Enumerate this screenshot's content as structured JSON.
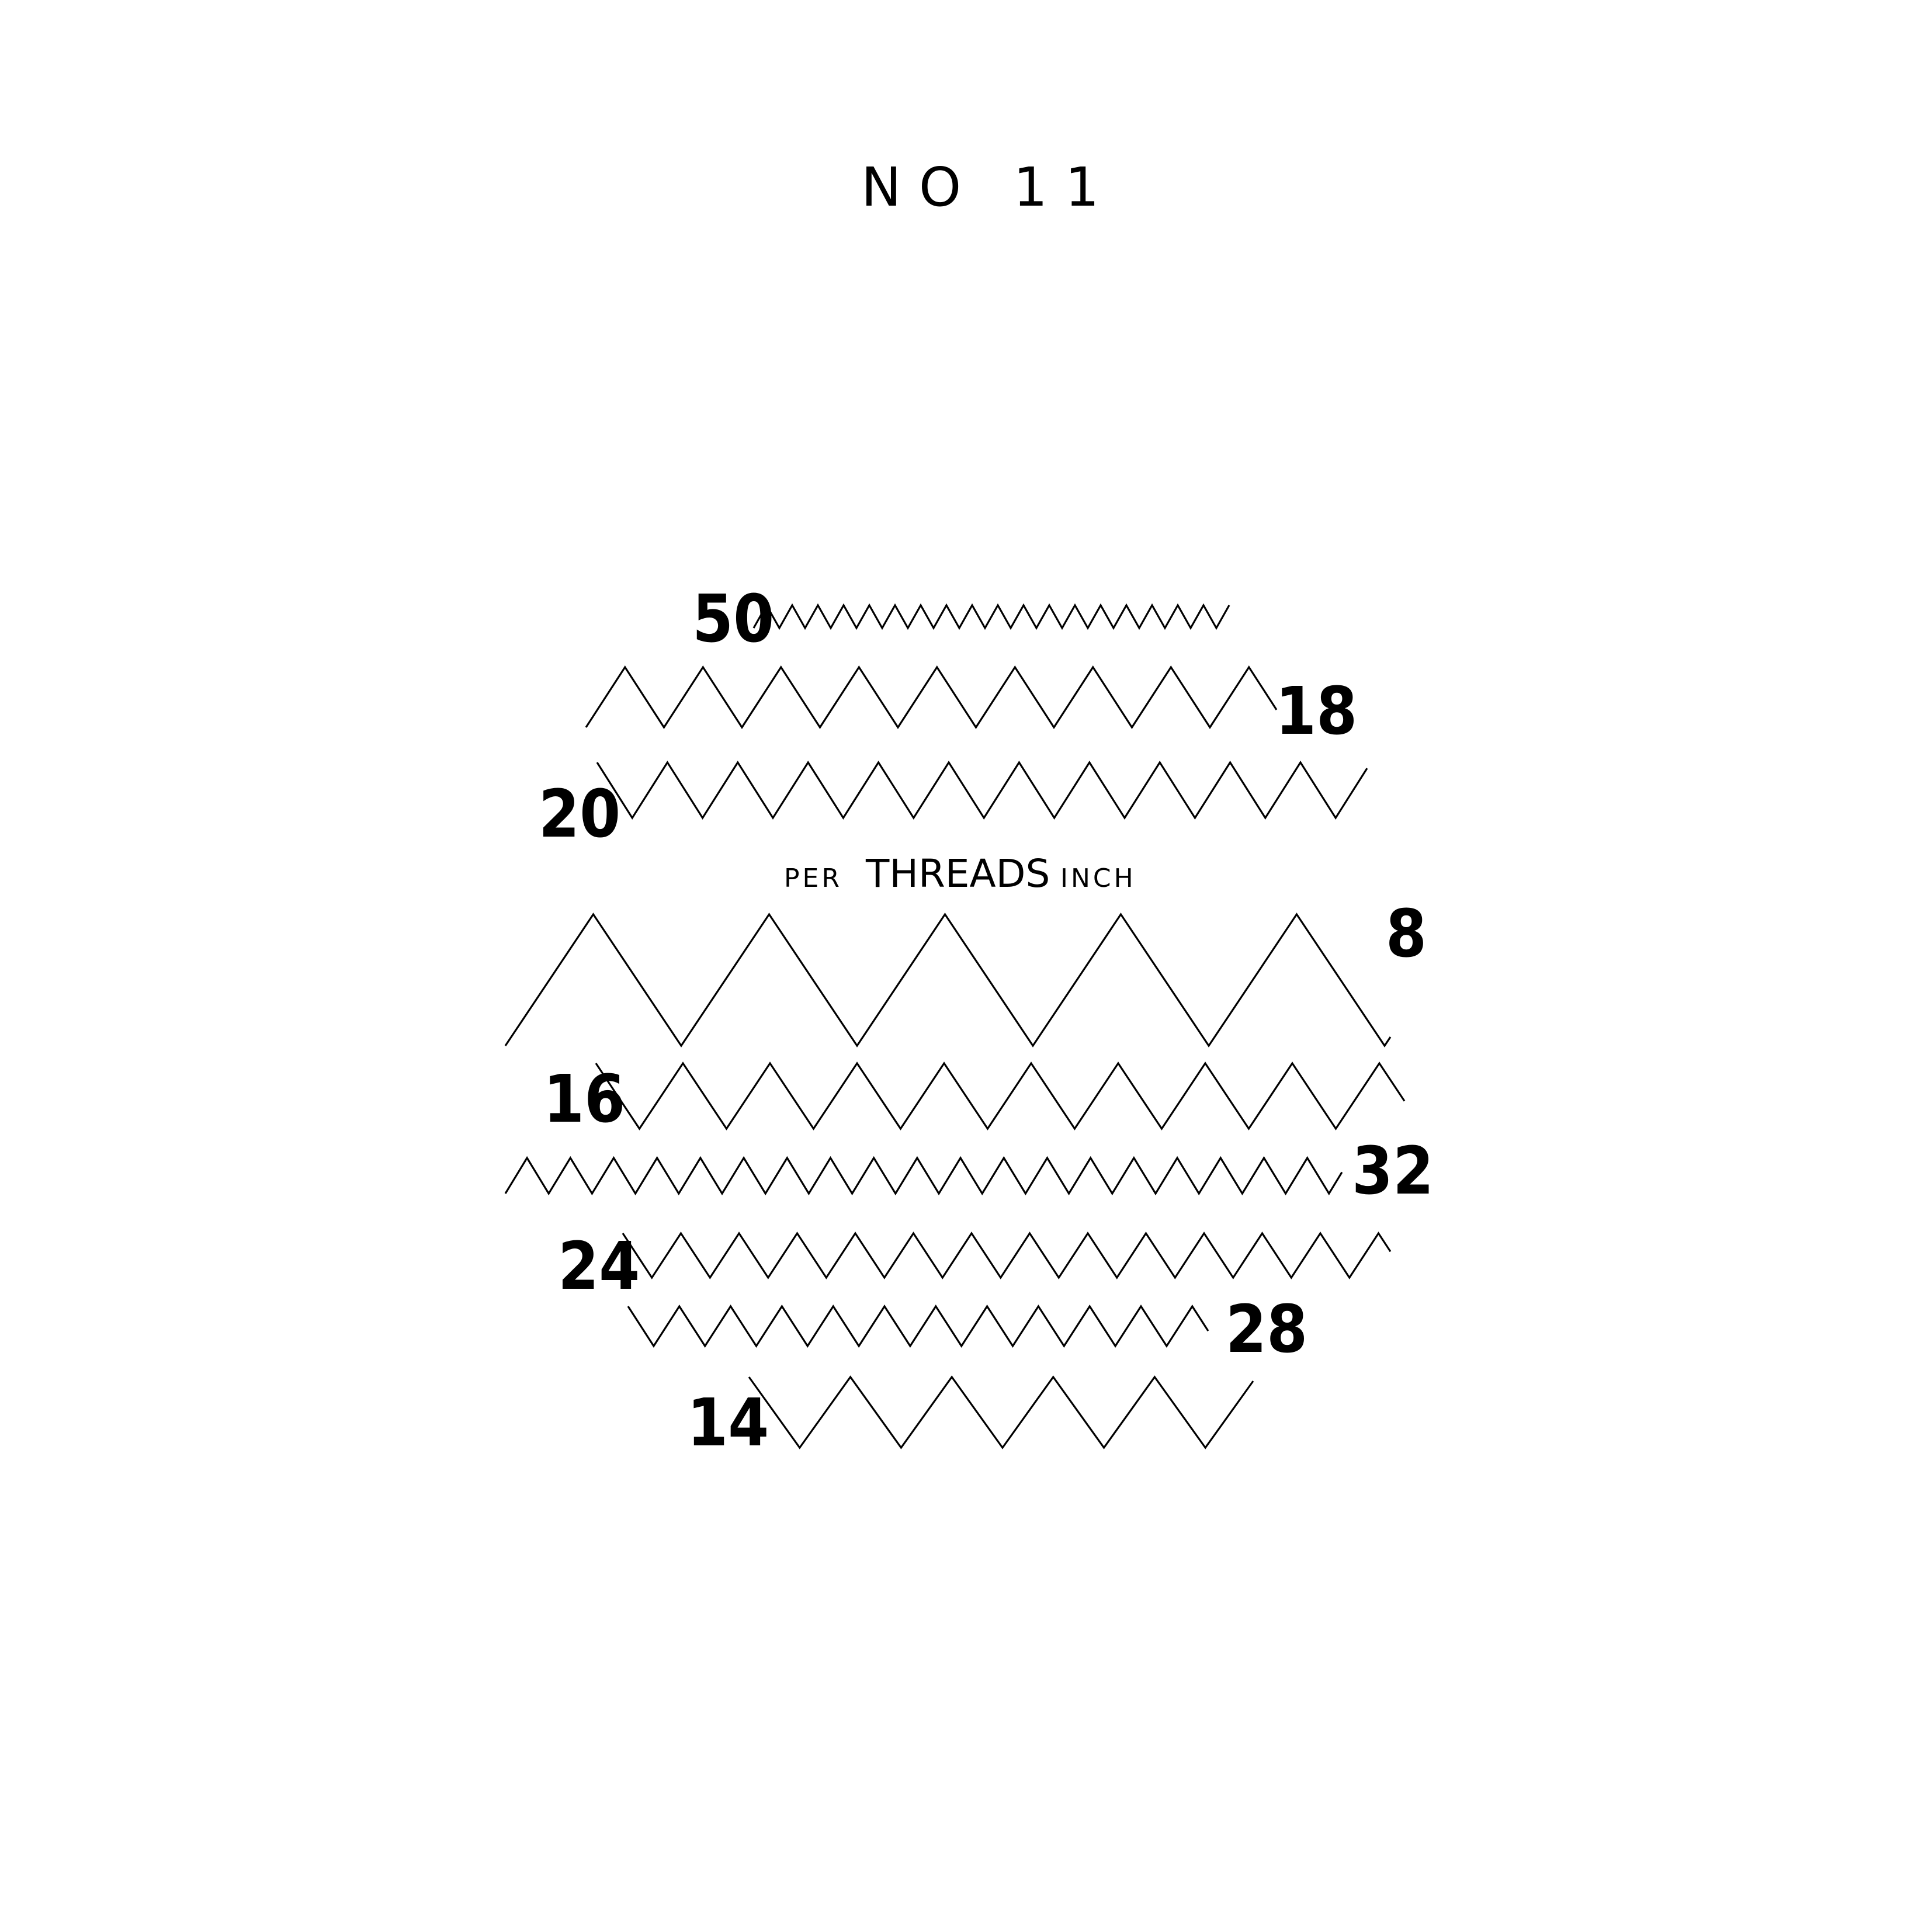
{
  "title": "NO 11",
  "caption": {
    "left": "PER",
    "center": "THREADS",
    "right": "INCH"
  },
  "threads": [
    {
      "count": "50"
    },
    {
      "count": "18"
    },
    {
      "count": "20"
    },
    {
      "count": "8"
    },
    {
      "count": "16"
    },
    {
      "count": "32"
    },
    {
      "count": "24"
    },
    {
      "count": "28"
    },
    {
      "count": "14"
    }
  ],
  "line_color": "#000000",
  "background_color": "#ffffff"
}
